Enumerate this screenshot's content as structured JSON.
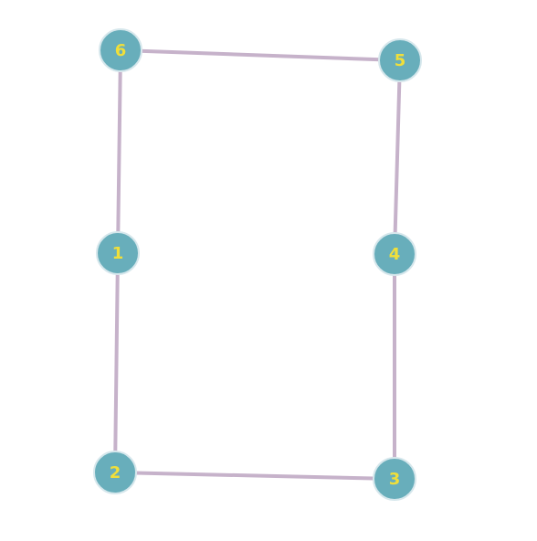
{
  "graph": {
    "nodes": [
      {
        "id": "1",
        "label": "1"
      },
      {
        "id": "2",
        "label": "2"
      },
      {
        "id": "3",
        "label": "3"
      },
      {
        "id": "4",
        "label": "4"
      },
      {
        "id": "5",
        "label": "5"
      },
      {
        "id": "6",
        "label": "6"
      }
    ],
    "edges": [
      {
        "source": "6",
        "target": "5"
      },
      {
        "source": "6",
        "target": "1"
      },
      {
        "source": "1",
        "target": "2"
      },
      {
        "source": "2",
        "target": "3"
      },
      {
        "source": "3",
        "target": "4"
      },
      {
        "source": "4",
        "target": "5"
      }
    ],
    "colors": {
      "node_fill": "#68aebb",
      "node_stroke": "#d6e7ec",
      "label": "#f0df3a",
      "edge": "#c6b2ca"
    }
  }
}
